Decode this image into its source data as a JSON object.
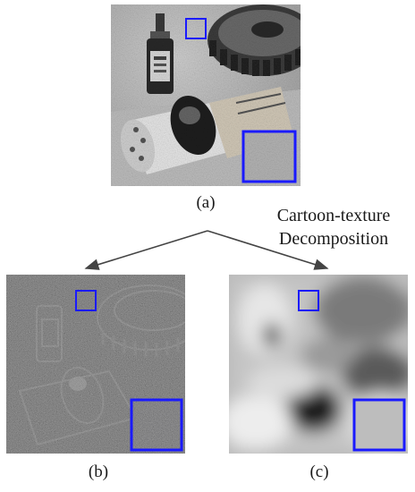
{
  "figure": {
    "panels": [
      {
        "id": "a",
        "caption": "(a)",
        "content": "noisy input image"
      },
      {
        "id": "b",
        "caption": "(b)",
        "content": "texture component"
      },
      {
        "id": "c",
        "caption": "(c)",
        "content": "cartoon component"
      }
    ],
    "process_label_line1": "Cartoon-texture",
    "process_label_line2": "Decomposition",
    "colors": {
      "highlight_box": "#1a1aff",
      "arrow": "#444444",
      "caption_text": "#1a1a1a"
    }
  }
}
